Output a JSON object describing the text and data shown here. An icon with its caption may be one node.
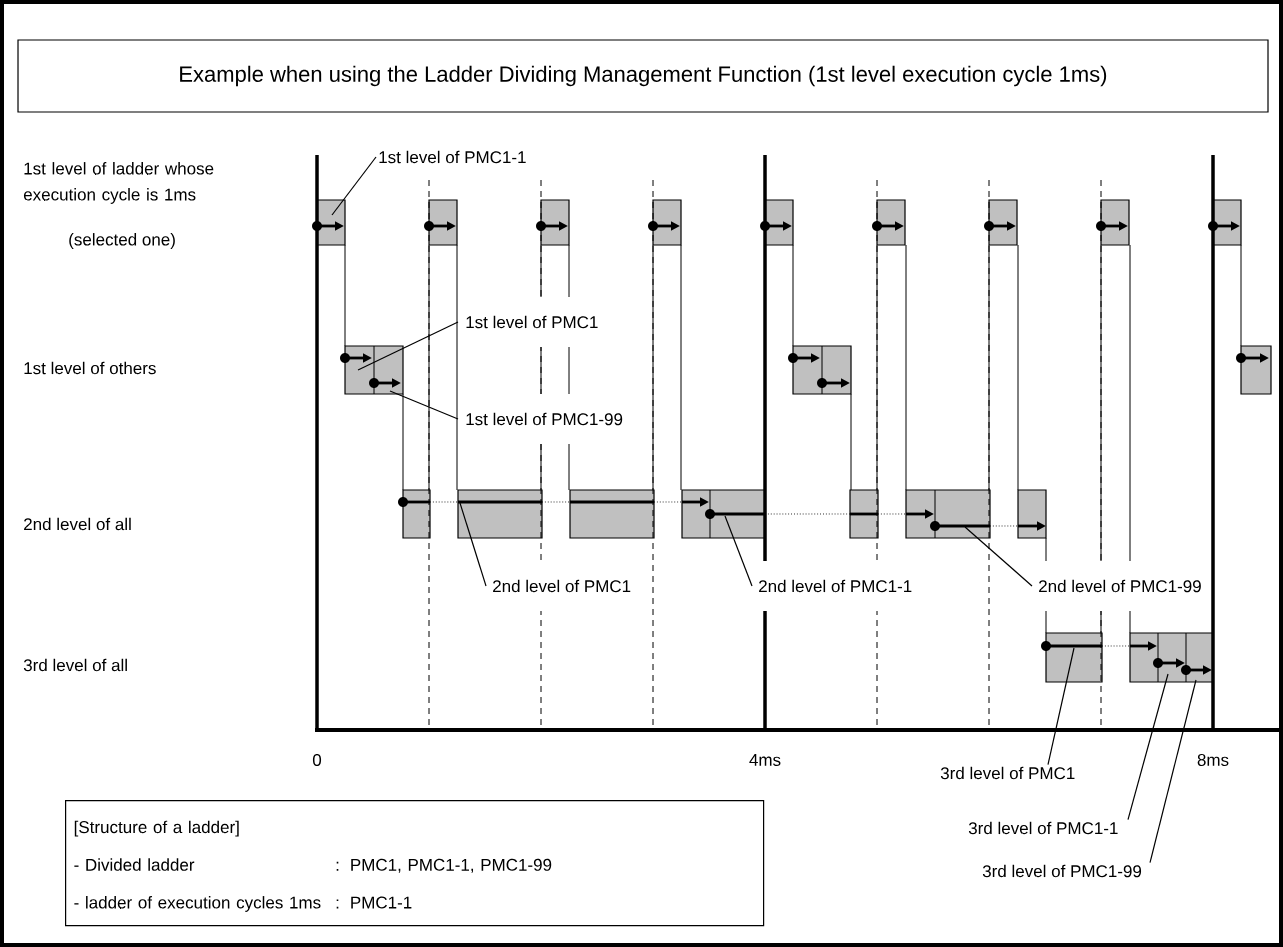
{
  "diagram": {
    "nodes": [
      {
        "text": [
          "Example when using the Ladder Dividing Management Function (1st level execution cycle 1ms)"
        ]
      },
      {
        "text": [
          "1st level of PMC1-1"
        ]
      },
      {
        "text": [
          "1st level of PMC1"
        ]
      },
      {
        "text": [
          "1st level of PMC1-99"
        ]
      },
      {
        "text": [
          "2nd level of PMC1"
        ]
      },
      {
        "text": [
          "2nd level of PMC1-1"
        ]
      },
      {
        "text": [
          "2nd level of PMC1-99"
        ]
      },
      {
        "text": [
          "3rd level of PMC1"
        ]
      },
      {
        "text": [
          "3rd level of PMC1-1"
        ]
      },
      {
        "text": [
          "3rd level of PMC1-99"
        ]
      },
      {
        "text": [
          "[Structure of a ladder]",
          "- Divided ladder",
          ":",
          "PMC1, PMC1-1, PMC1-99",
          "- ladder of execution cycles 1ms",
          ":",
          "PMC1-1"
        ]
      }
    ],
    "edges": [
      {
        "from": 1,
        "to": null,
        "arrow": "none"
      },
      {
        "from": 2,
        "to": null,
        "arrow": "none"
      },
      {
        "from": 3,
        "to": null,
        "arrow": "none"
      },
      {
        "from": 4,
        "to": null,
        "arrow": "none"
      },
      {
        "from": 5,
        "to": null,
        "arrow": "none"
      },
      {
        "from": 6,
        "to": null,
        "arrow": "none"
      },
      {
        "from": 7,
        "to": null,
        "arrow": "none"
      },
      {
        "from": 8,
        "to": null,
        "arrow": "none"
      },
      {
        "from": 9,
        "to": null,
        "arrow": "none"
      }
    ],
    "labels": [
      "1st level of ladder whose execution cycle is 1ms",
      "(selected one)",
      "1st level of others",
      "2nd level of all",
      "3rd level of all",
      "0",
      "4ms",
      "8ms"
    ]
  }
}
